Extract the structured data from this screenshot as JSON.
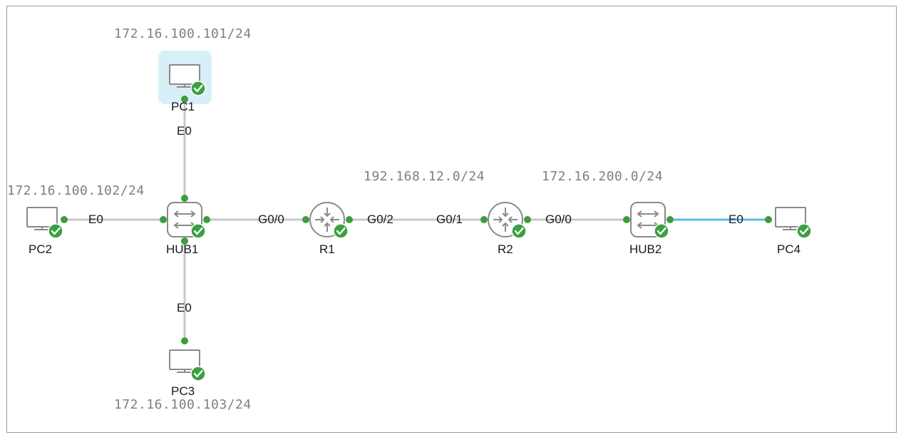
{
  "colors": {
    "link": "#c8c8c8",
    "link_active": "#5bbde4",
    "port_dot": "#3d9c3d",
    "status_ok": "#3aa040",
    "device_stroke": "#8a8a8a",
    "selection": "#d7f0f8"
  },
  "devices": {
    "pc1": {
      "name": "PC1",
      "ip": "172.16.100.101/24",
      "icon": "monitor-icon",
      "selected": true
    },
    "pc2": {
      "name": "PC2",
      "ip": "172.16.100.102/24",
      "icon": "monitor-icon"
    },
    "pc3": {
      "name": "PC3",
      "ip": "172.16.100.103/24",
      "icon": "monitor-icon"
    },
    "pc4": {
      "name": "PC4",
      "icon": "monitor-icon"
    },
    "hub1": {
      "name": "HUB1",
      "icon": "hub-icon"
    },
    "hub2": {
      "name": "HUB2",
      "icon": "hub-icon"
    },
    "r1": {
      "name": "R1",
      "icon": "router-icon"
    },
    "r2": {
      "name": "R2",
      "icon": "router-icon"
    }
  },
  "networks": {
    "r1_r2": "192.168.12.0/24",
    "r2_hub2": "172.16.200.0/24"
  },
  "ports": {
    "pc1_e0": "E0",
    "pc2_e0": "E0",
    "pc3_e0": "E0",
    "pc4_e0": "E0",
    "r1_g00": "G0/0",
    "r1_g02": "G0/2",
    "r2_g01": "G0/1",
    "r2_g00": "G0/0"
  }
}
